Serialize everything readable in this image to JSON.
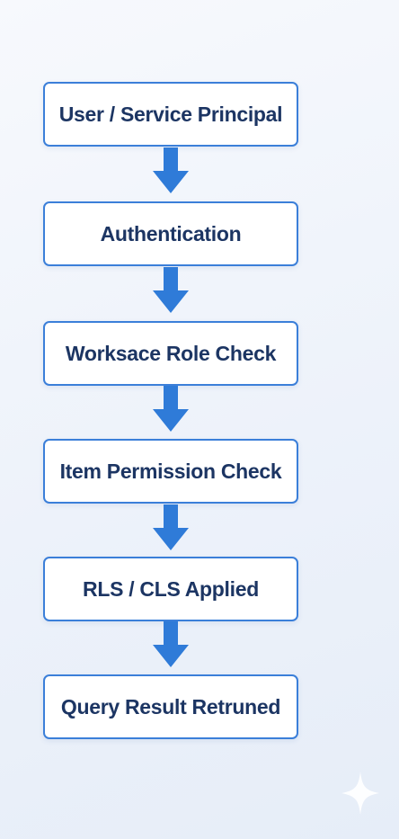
{
  "flow": {
    "steps": [
      {
        "label": "User / Service Principal"
      },
      {
        "label": "Authentication"
      },
      {
        "label": "Worksace Role Check"
      },
      {
        "label": "Item Permission Check"
      },
      {
        "label": "RLS / CLS Applied"
      },
      {
        "label": "Query Result Retruned"
      }
    ]
  },
  "colors": {
    "box_border": "#3b7fd9",
    "arrow": "#2f7bd8",
    "text": "#1c3563",
    "background": "#edf2fa"
  },
  "icons": {
    "arrow": "arrow-down-icon",
    "corner": "sparkle-icon"
  }
}
